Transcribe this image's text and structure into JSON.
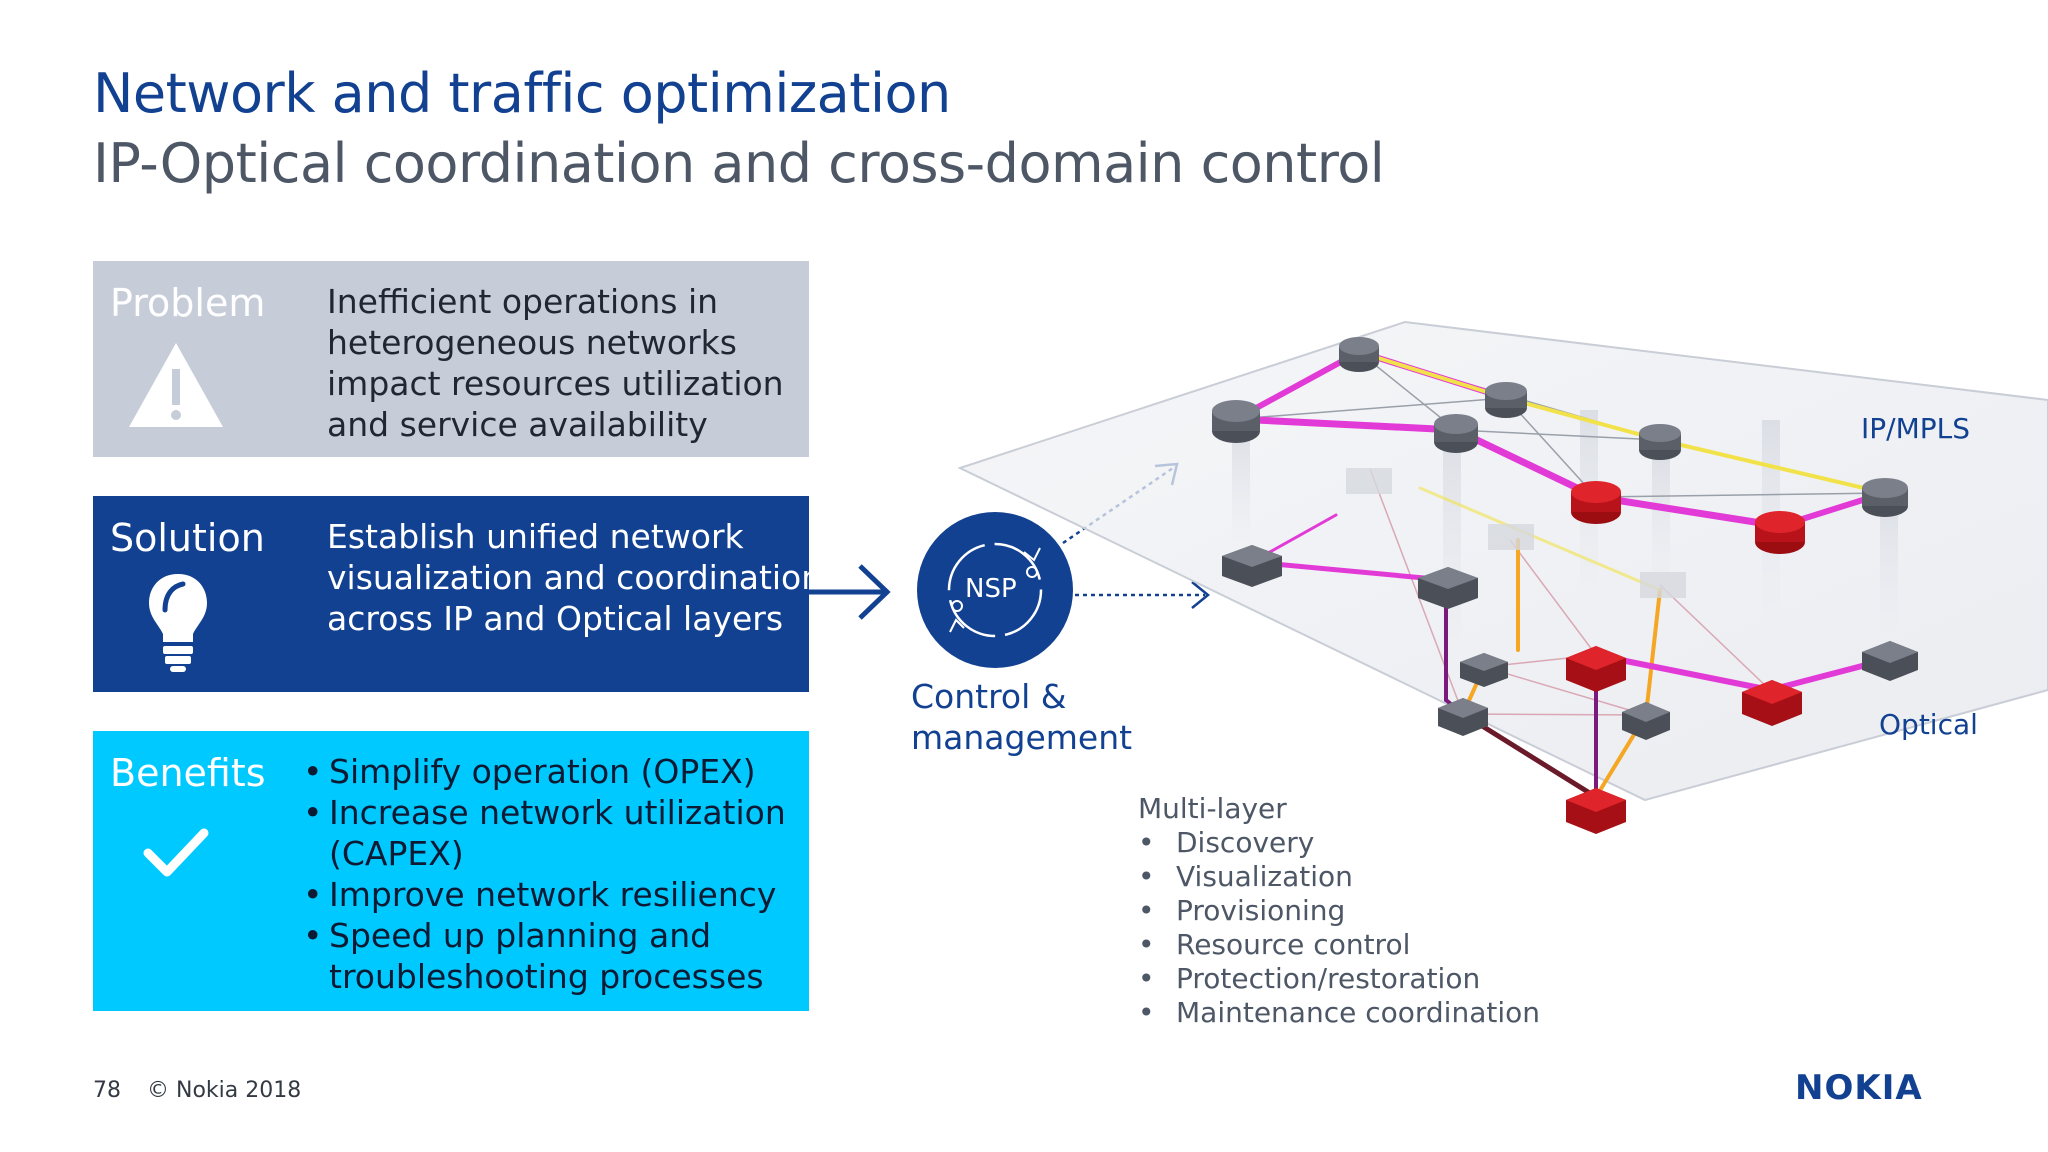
{
  "header": {
    "title": "Network and traffic optimization",
    "subtitle": "IP-Optical coordination and cross-domain control"
  },
  "problem": {
    "label": "Problem",
    "icon": "warning-icon",
    "lines": [
      "Inefficient operations in",
      "heterogeneous networks",
      "impact resources utilization",
      "and service availability"
    ]
  },
  "solution": {
    "label": "Solution",
    "icon": "lightbulb-icon",
    "lines": [
      "Establish unified network",
      "visualization and coordination",
      "across IP and Optical layers"
    ]
  },
  "benefits": {
    "label": "Benefits",
    "icon": "checkmark-icon",
    "items": [
      [
        "Simplify operation (OPEX)"
      ],
      [
        "Increase network utilization",
        "(CAPEX)"
      ],
      [
        "Improve network resiliency"
      ],
      [
        "Speed up planning and",
        "troubleshooting processes"
      ]
    ]
  },
  "nsp": {
    "badge": "NSP",
    "caption_line1": "Control &",
    "caption_line2": "management"
  },
  "multilayer": {
    "heading": "Multi-layer",
    "items": [
      "Discovery",
      "Visualization",
      "Provisioning",
      "Resource control",
      "Protection/restoration",
      "Maintenance coordination"
    ]
  },
  "layers": {
    "ip": "IP/MPLS",
    "optical": "Optical"
  },
  "footer": {
    "page_number": "78",
    "copyright": "© Nokia 2018",
    "logo": "NOKIA"
  },
  "colors": {
    "nokia_blue": "#124191",
    "bright_blue": "#00c9ff",
    "gray_box": "#c6ccd8",
    "ip_link": "#e23ad6",
    "yellow_link": "#f2e24a",
    "red_node": "#d8131a"
  }
}
